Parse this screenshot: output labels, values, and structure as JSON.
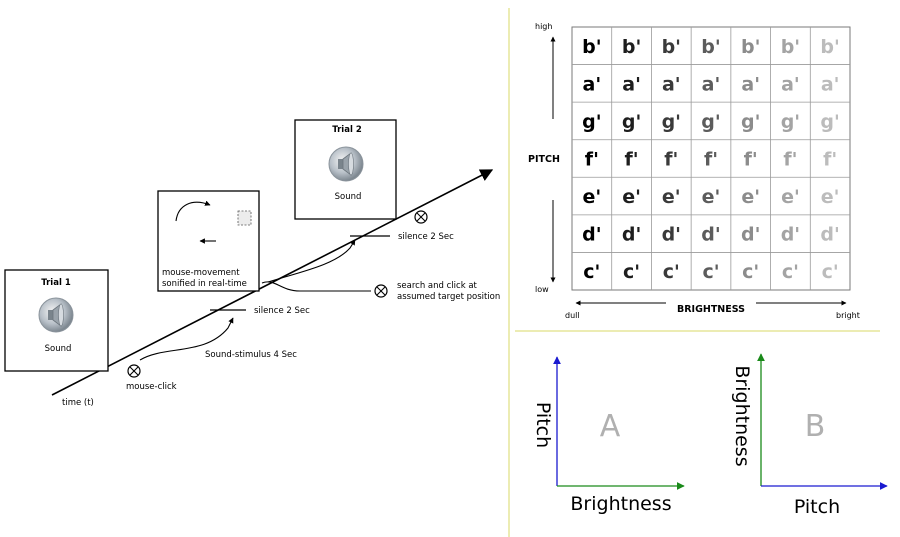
{
  "timeline": {
    "axis_label": "time (t)",
    "trial1": {
      "title": "Trial 1",
      "icon": "speaker-icon",
      "icon_label": "Sound"
    },
    "trial2": {
      "title": "Trial 2",
      "icon": "speaker-icon",
      "icon_label": "Sound"
    },
    "mouse_panel": {
      "caption_line1": "mouse-movement",
      "caption_line2": "sonified in real-time"
    },
    "mouse_click": "mouse-click",
    "sound_stimulus": "Sound-stimulus 4 Sec",
    "silence_1": "silence 2 Sec",
    "silence_2": "silence 2 Sec",
    "search_line1": "search and click at",
    "search_line2": "assumed target position"
  },
  "grid": {
    "pitch_label": "PITCH",
    "brightness_label": "BRIGHTNESS",
    "high": "high",
    "low": "low",
    "dull": "dull",
    "bright": "bright",
    "rows": [
      "b'",
      "a'",
      "g'",
      "f'",
      "e'",
      "d'",
      "c'"
    ],
    "column_colors": [
      "#000000",
      "#1e1e1e",
      "#3a3a3a",
      "#5c5c5c",
      "#8c8c8c",
      "#a4a4a4",
      "#bcbcbc"
    ]
  },
  "plots": {
    "A": {
      "letter": "A",
      "x_label": "Brightness",
      "y_label": "Pitch"
    },
    "B": {
      "letter": "B",
      "x_label": "Pitch",
      "y_label": "Brightness"
    }
  },
  "colors": {
    "divider": "#e6e69a",
    "x_axis": "#1a8a1a",
    "y_axis": "#1a1ad0",
    "letter": "#b0b0b0"
  }
}
